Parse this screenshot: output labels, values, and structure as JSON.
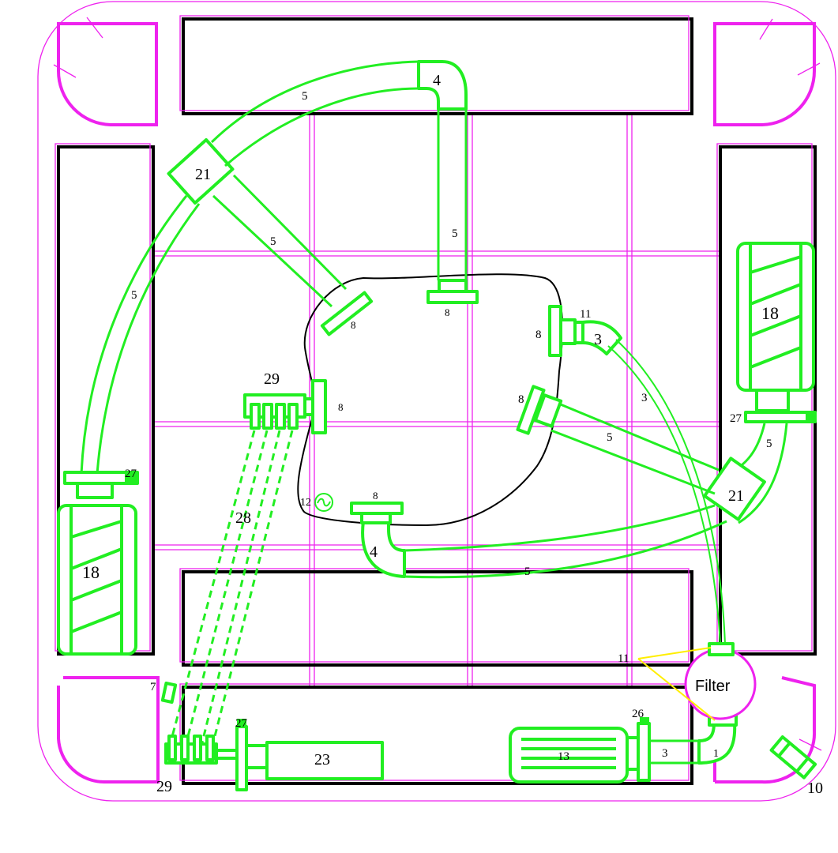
{
  "colors": {
    "pipe": "#22ee22",
    "frame": "#ee22ee",
    "outline": "#000000",
    "wire": "#ffee00"
  },
  "labels": {
    "n1": "1",
    "n3": "3",
    "n4": "4",
    "n5": "5",
    "n7": "7",
    "n8": "8",
    "n10": "10",
    "n11": "11",
    "n12": "12",
    "n13": "13",
    "n18": "18",
    "n21": "21",
    "n23": "23",
    "n26": "26",
    "n27": "27",
    "n28": "28",
    "n29": "29",
    "filter": "Filter"
  },
  "icons": {
    "pump_symbol": "~"
  }
}
